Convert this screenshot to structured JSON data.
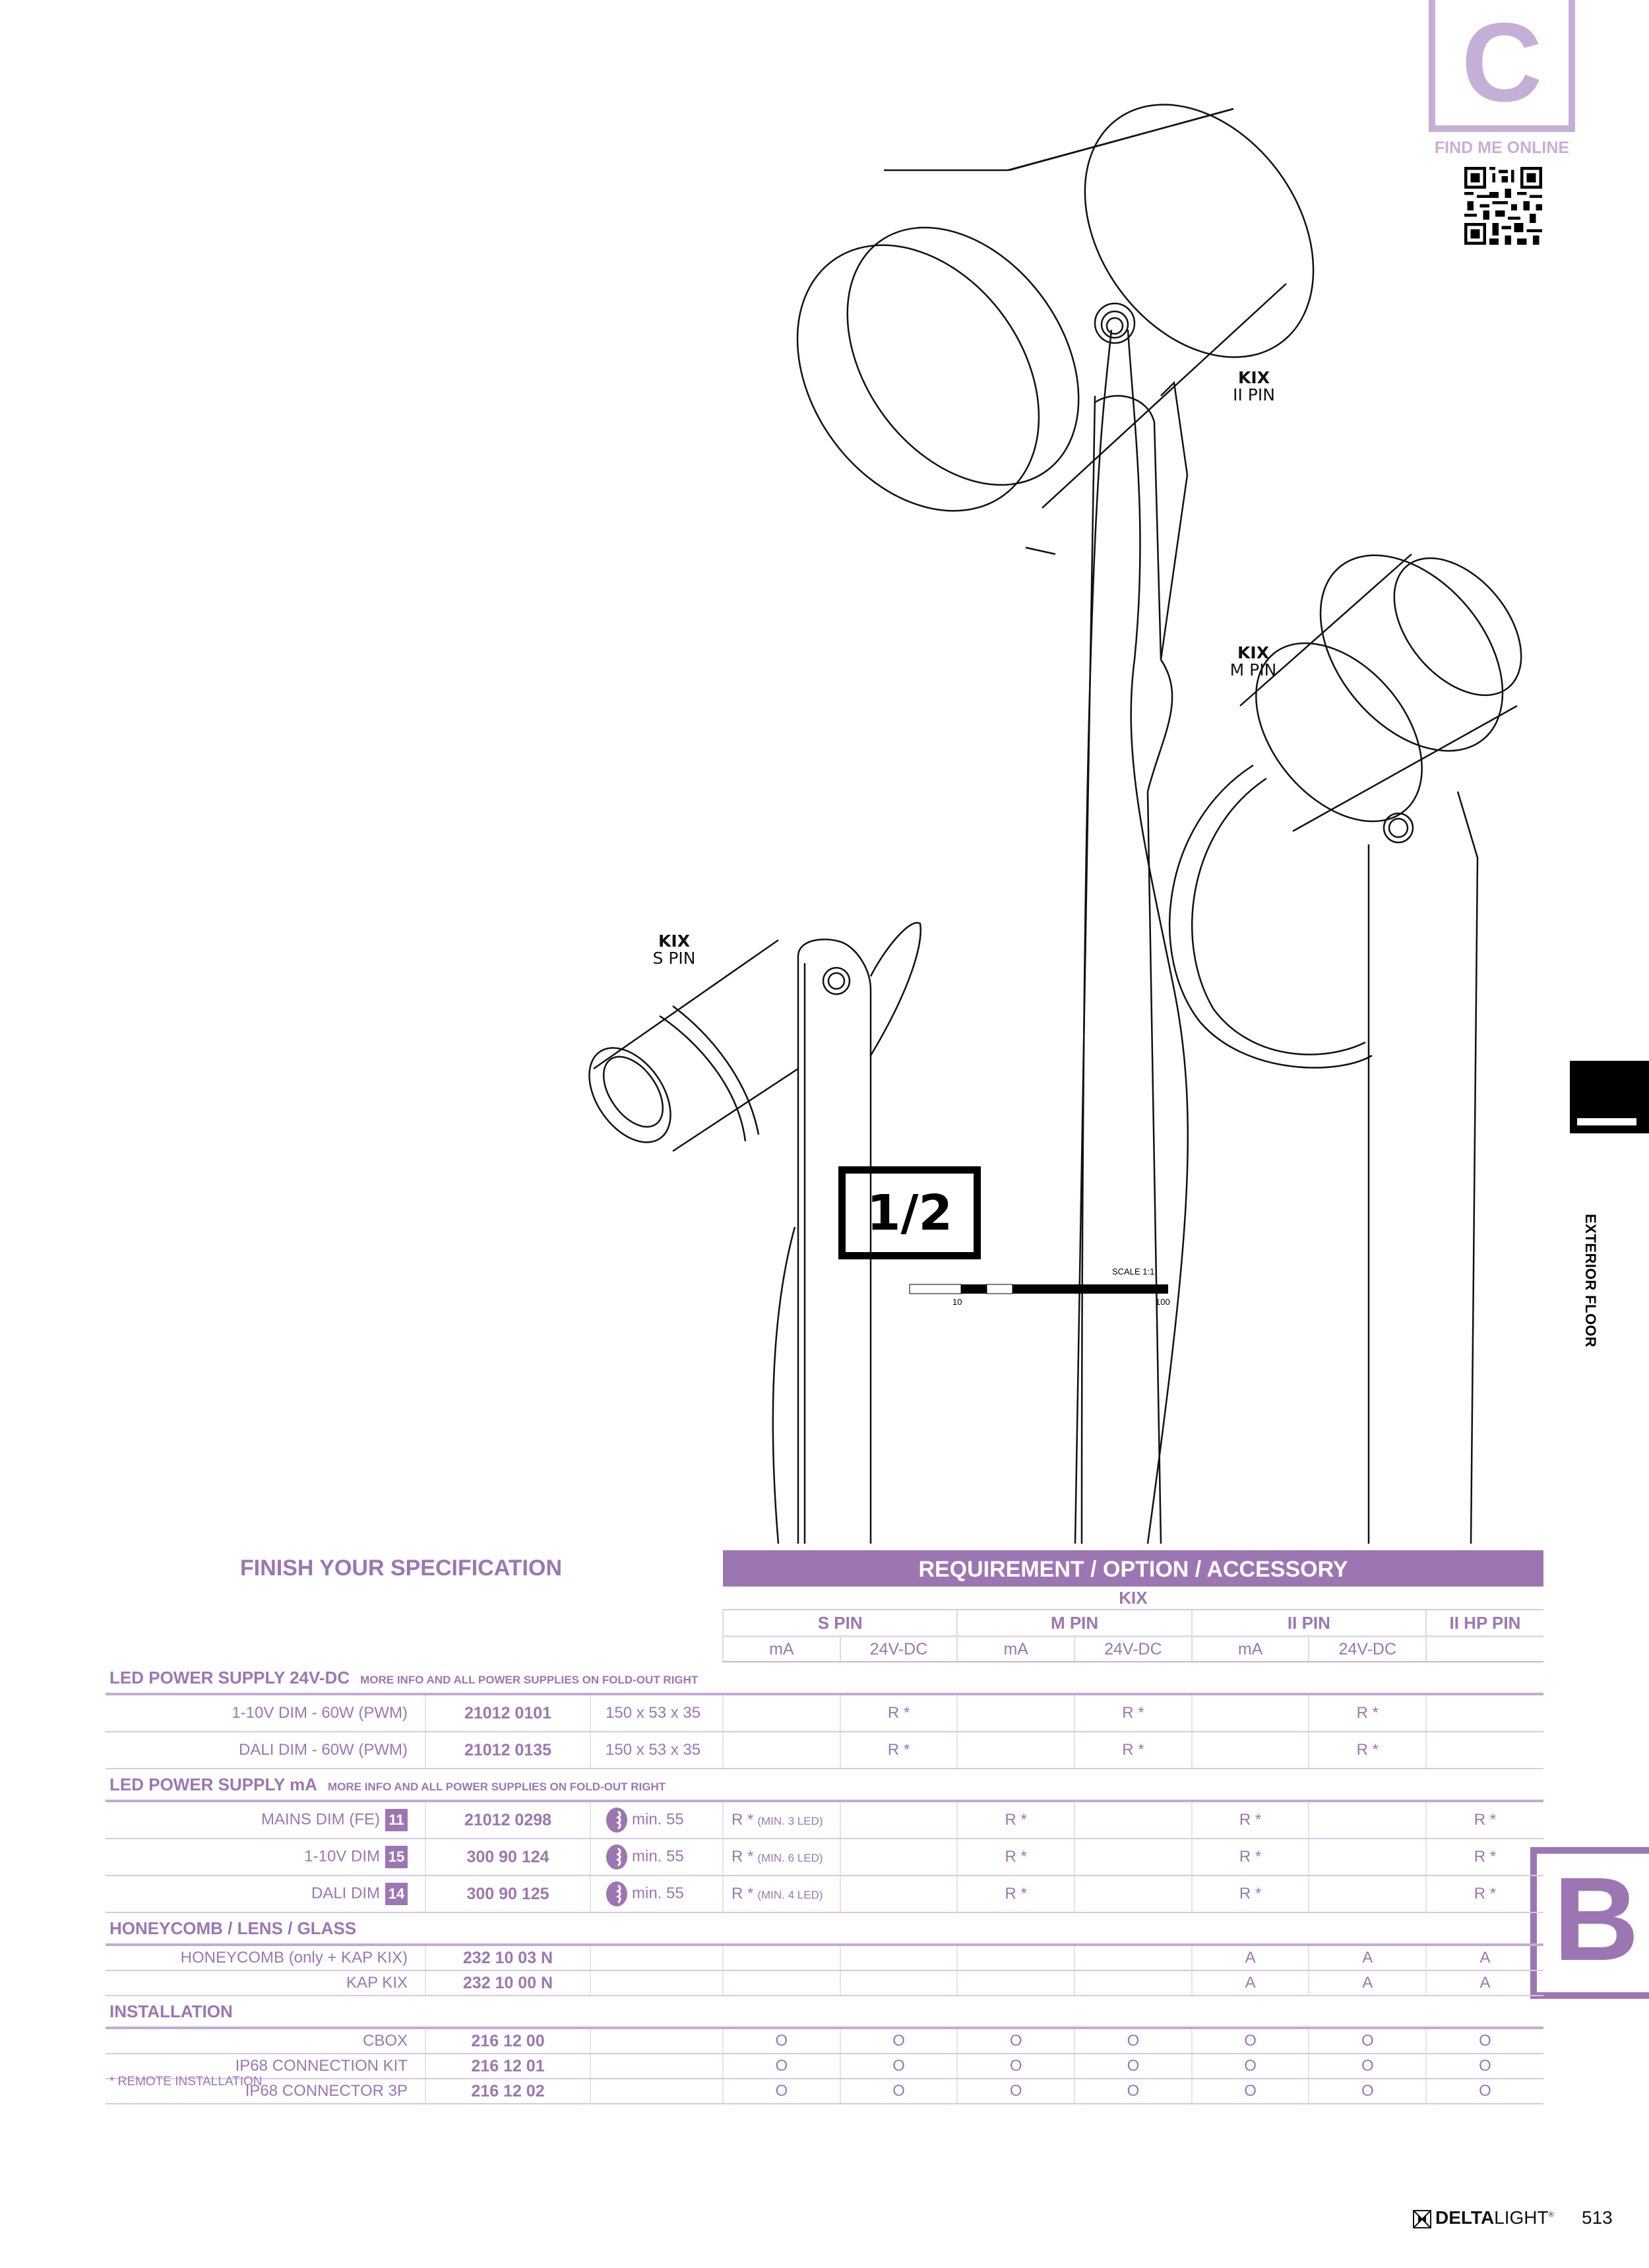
{
  "corner_badge": {
    "letter": "C",
    "caption": "FIND ME ONLINE",
    "qr_icon": "qr-code-icon"
  },
  "products": [
    {
      "name": "KIX",
      "variant": "II PIN"
    },
    {
      "name": "KIX",
      "variant": "M PIN"
    },
    {
      "name": "KIX",
      "variant": "S PIN"
    }
  ],
  "scale_badge": "1/2",
  "scale_bar": {
    "title": "SCALE 1:1",
    "tick_10": "10",
    "tick_100": "100"
  },
  "side_tab": {
    "label": "EXTERIOR FLOOR"
  },
  "section_badge": {
    "letter": "B"
  },
  "spec": {
    "title": "FINISH YOUR SPECIFICATION",
    "header_bar": "REQUIREMENT / OPTION / ACCESSORY",
    "family": "KIX",
    "pins": [
      "S PIN",
      "M PIN",
      "II PIN",
      "II HP PIN"
    ],
    "sub_columns": [
      "mA",
      "24V-DC",
      "mA",
      "24V-DC",
      "mA",
      "24V-DC",
      ""
    ],
    "sections": [
      {
        "title": "LED POWER SUPPLY 24V-DC",
        "note": "MORE INFO AND ALL POWER SUPPLIES ON FOLD-OUT RIGHT",
        "rows": [
          {
            "name": "1-10V DIM - 60W (PWM)",
            "code": "21012 0101",
            "dim": "150 x 53 x 35",
            "cells": [
              "",
              "R *",
              "",
              "R *",
              "",
              "R *",
              ""
            ]
          },
          {
            "name": "DALI DIM  - 60W (PWM)",
            "code": "21012 0135",
            "dim": "150 x 53 x 35",
            "cells": [
              "",
              "R *",
              "",
              "R *",
              "",
              "R *",
              ""
            ]
          }
        ]
      },
      {
        "title": "LED POWER SUPPLY mA",
        "note": "MORE INFO AND ALL POWER SUPPLIES ON FOLD-OUT RIGHT",
        "rows": [
          {
            "name": "MAINS DIM (FE)",
            "badge": "11",
            "code": "21012 0298",
            "dim": "min. 55",
            "dim_icon": "keyhole-depth-icon",
            "cells": [
              "R *",
              "",
              "R *",
              "",
              "R *",
              "",
              "R *"
            ],
            "first_note": "(MIN. 3 LED)"
          },
          {
            "name": "1-10V DIM",
            "badge": "15",
            "code": "300 90 124",
            "dim": "min. 55",
            "dim_icon": "keyhole-depth-icon",
            "cells": [
              "R *",
              "",
              "R *",
              "",
              "R *",
              "",
              "R *"
            ],
            "first_note": "(MIN. 6 LED)"
          },
          {
            "name": "DALI DIM",
            "badge": "14",
            "code": "300 90 125",
            "dim": "min. 55",
            "dim_icon": "keyhole-depth-icon",
            "cells": [
              "R *",
              "",
              "R *",
              "",
              "R *",
              "",
              "R *"
            ],
            "first_note": "(MIN. 4 LED)"
          }
        ]
      },
      {
        "title": "HONEYCOMB / LENS / GLASS",
        "note": "",
        "rows": [
          {
            "name": "HONEYCOMB  (only + KAP KIX)",
            "code": "232 10 03 N",
            "dim": "",
            "cells": [
              "",
              "",
              "",
              "",
              "A",
              "A",
              "A"
            ]
          },
          {
            "name": "KAP KIX",
            "code": "232 10 00 N",
            "dim": "",
            "cells": [
              "",
              "",
              "",
              "",
              "A",
              "A",
              "A"
            ]
          }
        ]
      },
      {
        "title": "INSTALLATION",
        "note": "",
        "rows": [
          {
            "name": "CBOX",
            "code": "216 12 00",
            "dim": "",
            "cells": [
              "O",
              "O",
              "O",
              "O",
              "O",
              "O",
              "O"
            ]
          },
          {
            "name": "IP68 CONNECTION KIT",
            "code": "216 12 01",
            "dim": "",
            "cells": [
              "O",
              "O",
              "O",
              "O",
              "O",
              "O",
              "O"
            ]
          },
          {
            "name": "IP68 CONNECTOR 3P",
            "code": "216 12 02",
            "dim": "",
            "cells": [
              "O",
              "O",
              "O",
              "O",
              "O",
              "O",
              "O"
            ]
          }
        ]
      }
    ],
    "footnote": "* REMOTE INSTALLATION"
  },
  "footer": {
    "brand_bold": "DELTA",
    "brand_light": "LIGHT",
    "brand_mark": "®",
    "page_number": "513"
  },
  "colors": {
    "accent": "#9c76b2",
    "accent_light": "#c6afd6"
  }
}
